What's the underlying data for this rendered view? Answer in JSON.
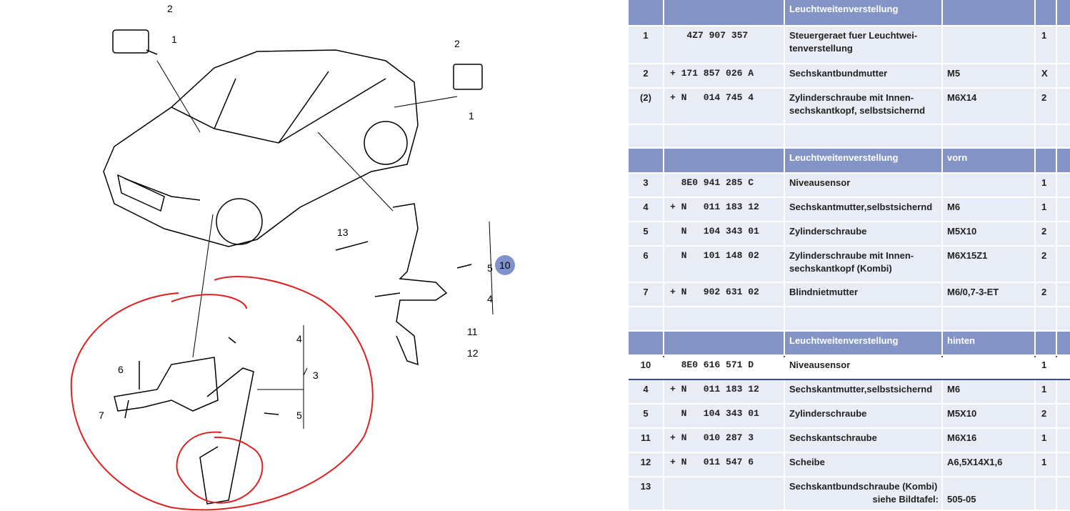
{
  "diagram": {
    "labels": [
      "2",
      "1",
      "2",
      "1",
      "13",
      "5",
      "4",
      "11",
      "12",
      "6",
      "7",
      "4",
      "3",
      "5"
    ],
    "selected_marker": "10"
  },
  "table": {
    "rows": [
      {
        "type": "hdr",
        "num": "",
        "part": "",
        "desc": "Leuchtweitenverstellung",
        "spec": "",
        "qty": ""
      },
      {
        "num": "1",
        "part": "   4Z7 907 357",
        "desc": "Steuergeraet fuer Leuchtwei-tenverstellung",
        "spec": "",
        "qty": "1"
      },
      {
        "num": "2",
        "part": "+ 171 857 026 A",
        "desc": "Sechskantbundmutter",
        "spec": "M5",
        "qty": "X"
      },
      {
        "num": "(2)",
        "part": "+ N   014 745 4",
        "desc": "Zylinderschraube mit Innen-sechskantkopf, selbstsichernd",
        "spec": "M6X14",
        "qty": "2"
      },
      {
        "num": "",
        "part": "",
        "desc": "",
        "spec": "",
        "qty": ""
      },
      {
        "type": "hdr",
        "num": "",
        "part": "",
        "desc": "Leuchtweitenverstellung",
        "spec": "vorn",
        "qty": ""
      },
      {
        "num": "3",
        "part": "  8E0 941 285 C",
        "desc": "Niveausensor",
        "spec": "",
        "qty": "1"
      },
      {
        "num": "4",
        "part": "+ N   011 183 12",
        "desc": "Sechskantmutter,selbstsichernd",
        "spec": "M6",
        "qty": "1"
      },
      {
        "num": "5",
        "part": "  N   104 343 01",
        "desc": "Zylinderschraube",
        "spec": "M5X10",
        "qty": "2"
      },
      {
        "num": "6",
        "part": "  N   101 148 02",
        "desc": "Zylinderschraube mit Innen-sechskantkopf (Kombi)",
        "spec": "M6X15Z1",
        "qty": "2"
      },
      {
        "num": "7",
        "part": "+ N   902 631 02",
        "desc": "Blindnietmutter",
        "spec": "M6/0,7-3-ET",
        "qty": "2"
      },
      {
        "num": "",
        "part": "",
        "desc": "",
        "spec": "",
        "qty": ""
      },
      {
        "type": "hdr",
        "num": "",
        "part": "",
        "desc": "Leuchtweitenverstellung",
        "spec": "hinten",
        "qty": ""
      },
      {
        "type": "sel",
        "num": "10",
        "part": "  8E0 616 571 D",
        "desc": "Niveausensor",
        "spec": "",
        "qty": "1"
      },
      {
        "num": "4",
        "part": "+ N   011 183 12",
        "desc": "Sechskantmutter,selbstsichernd",
        "spec": "M6",
        "qty": "1"
      },
      {
        "num": "5",
        "part": "  N   104 343 01",
        "desc": "Zylinderschraube",
        "spec": "M5X10",
        "qty": "2"
      },
      {
        "num": "11",
        "part": "+ N   010 287 3",
        "desc": "Sechskantschraube",
        "spec": "M6X16",
        "qty": "1"
      },
      {
        "num": "12",
        "part": "+ N   011 547 6",
        "desc": "Scheibe",
        "spec": "A6,5X14X1,6",
        "qty": "1"
      },
      {
        "num": "13",
        "part": "",
        "desc": "Sechskantbundschraube (Kombi)",
        "desc2": "siehe Bildtafel:",
        "spec": "",
        "spec2": "505-05",
        "qty": ""
      }
    ]
  }
}
